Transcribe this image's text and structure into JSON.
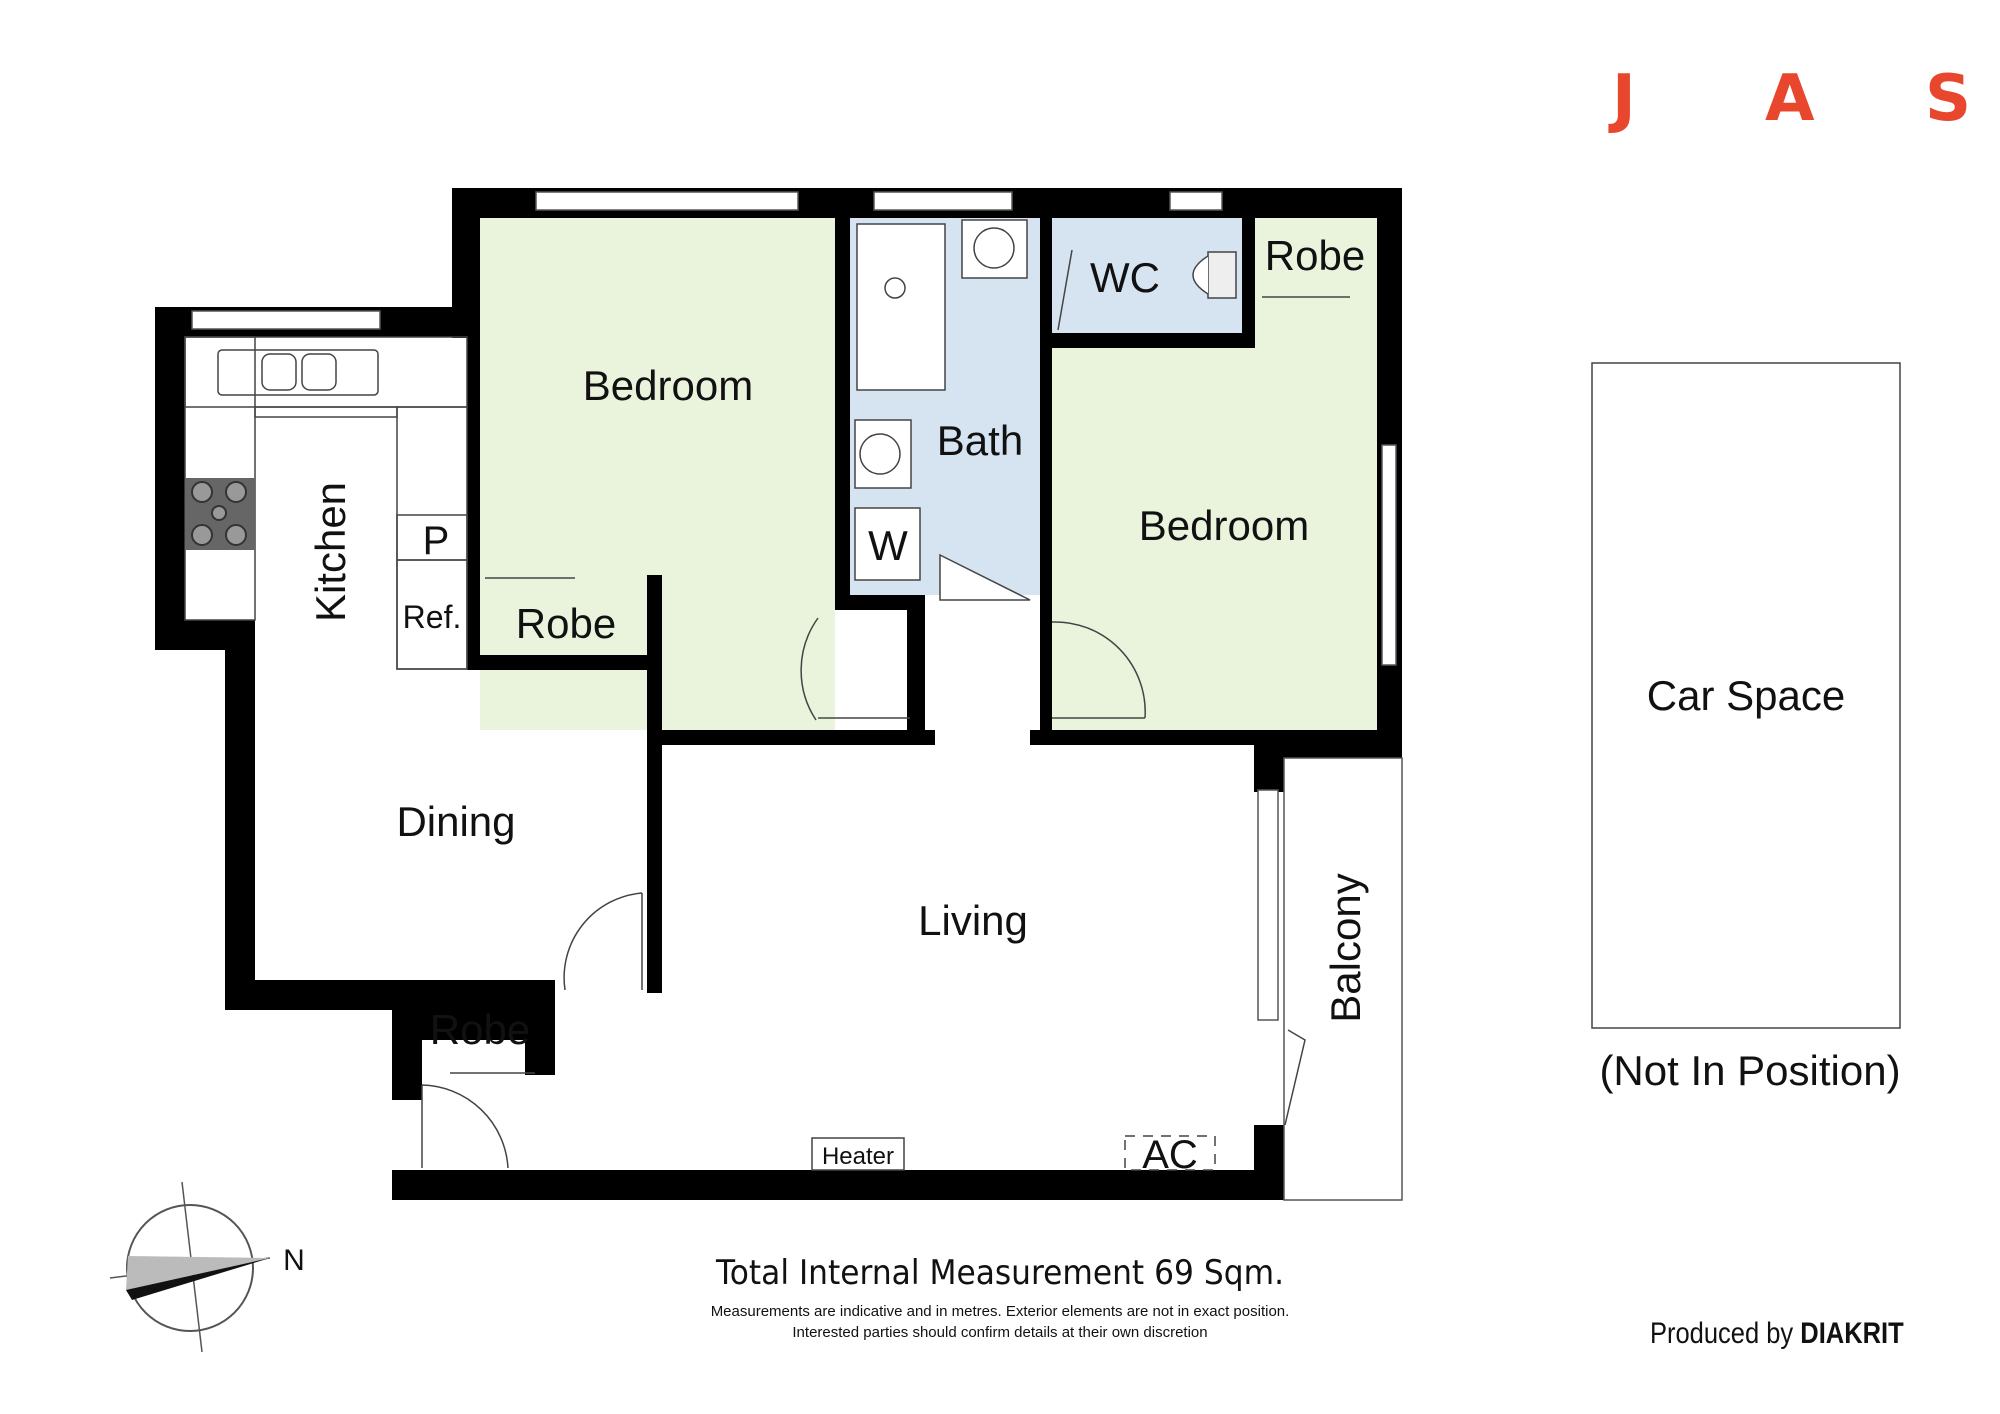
{
  "brand": {
    "logo_letters": [
      "J",
      "A",
      "S"
    ],
    "logo_color": "#e8472d"
  },
  "rooms": {
    "bedroom_1": "Bedroom",
    "bedroom_2": "Bedroom",
    "bath": "Bath",
    "wc": "WC",
    "robe_top_right": "Robe",
    "robe_bedroom_1": "Robe",
    "robe_entry": "Robe",
    "kitchen": "Kitchen",
    "pantry": "P",
    "fridge": "Ref.",
    "laundry": "W",
    "dining": "Dining",
    "living": "Living",
    "balcony": "Balcony",
    "heater": "Heater",
    "ac": "AC"
  },
  "car_space": {
    "label": "Car Space",
    "note": "(Not In Position)"
  },
  "compass": {
    "label": "N"
  },
  "footer": {
    "total": "Total Internal Measurement 69 Sqm.",
    "note_line_1": "Measurements are indicative and in metres. Exterior elements are not in exact position.",
    "note_line_2": "Interested parties should confirm details at their own discretion",
    "produced_prefix": "Produced by",
    "produced_brand": "DIAKRIT"
  },
  "colors": {
    "bedroom_fill": "#eaf3dc",
    "wet_fill": "#d6e4f2",
    "wall": "#000000"
  }
}
